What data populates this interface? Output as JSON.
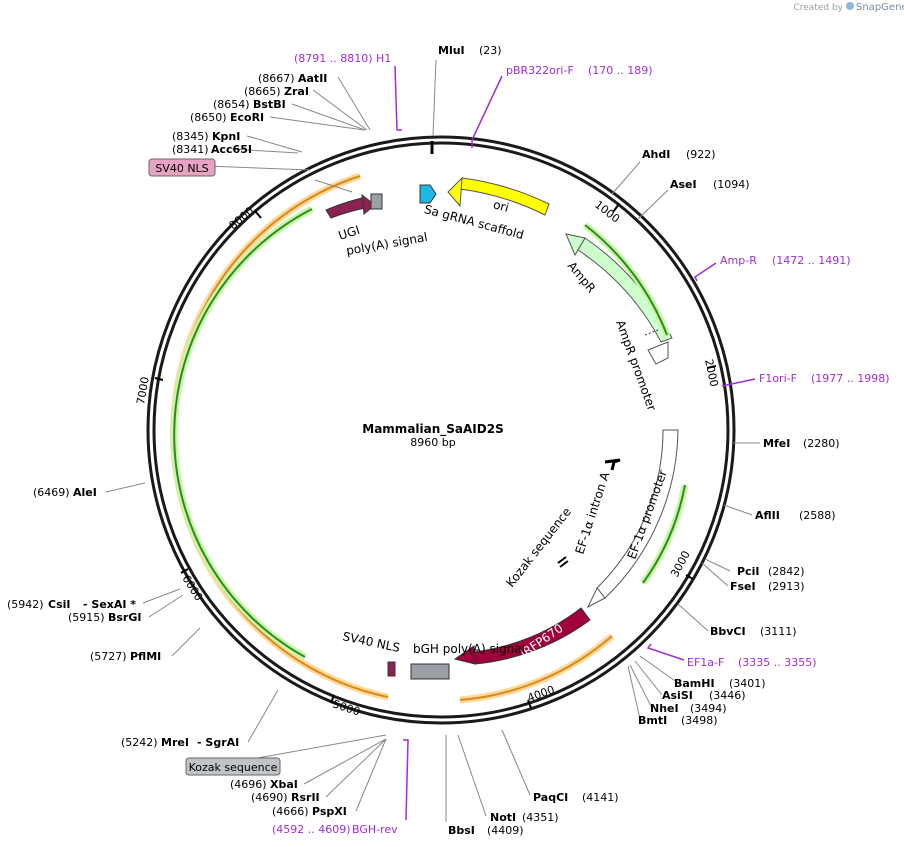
{
  "watermark": {
    "created_by": "Created by",
    "brand": "SnapGene"
  },
  "plasmid": {
    "name": "Mammalian_SaAID2S",
    "size_label": "8960 bp",
    "length": 8960
  },
  "scale_ticks": [
    {
      "pos": 1000,
      "label": "1000"
    },
    {
      "pos": 2000,
      "label": "2000"
    },
    {
      "pos": 3000,
      "label": "3000"
    },
    {
      "pos": 4000,
      "label": "4000"
    },
    {
      "pos": 5000,
      "label": "5000"
    },
    {
      "pos": 6000,
      "label": "6000"
    },
    {
      "pos": 7000,
      "label": "7000"
    },
    {
      "pos": 8000,
      "label": "8000"
    }
  ],
  "enzymes": [
    {
      "name": "MluI",
      "pos_label": "(23)"
    },
    {
      "name": "AhdI",
      "pos_label": "(922)"
    },
    {
      "name": "AseI",
      "pos_label": "(1094)"
    },
    {
      "name": "MfeI",
      "pos_label": "(2280)"
    },
    {
      "name": "AflII",
      "pos_label": "(2588)"
    },
    {
      "name": "PciI",
      "pos_label": "(2842)"
    },
    {
      "name": "FseI",
      "pos_label": "(2913)"
    },
    {
      "name": "BbvCI",
      "pos_label": "(3111)"
    },
    {
      "name": "BamHI",
      "pos_label": "(3401)"
    },
    {
      "name": "AsiSI",
      "pos_label": "(3446)"
    },
    {
      "name": "NheI",
      "pos_label": "(3494)"
    },
    {
      "name": "BmtI",
      "pos_label": "(3498)"
    },
    {
      "name": "PaqCI",
      "pos_label": "(4141)"
    },
    {
      "name": "NotI",
      "pos_label": "(4351)"
    },
    {
      "name": "BbsI",
      "pos_label": "(4409)"
    },
    {
      "name": "PspXI",
      "pos_label": "(4666)"
    },
    {
      "name": "RsrII",
      "pos_label": "(4690)"
    },
    {
      "name": "XbaI",
      "pos_label": "(4696)"
    },
    {
      "name": "MreI",
      "pos_label": "(5242)",
      "extra": "- SgrAI"
    },
    {
      "name": "PflMI",
      "pos_label": "(5727)"
    },
    {
      "name": "BsrGI",
      "pos_label": "(5915)"
    },
    {
      "name": "CsiI",
      "pos_label": "(5942)",
      "extra": "- SexAI *"
    },
    {
      "name": "AleI",
      "pos_label": "(6469)"
    },
    {
      "name": "Acc65I",
      "pos_label": "(8341)"
    },
    {
      "name": "KpnI",
      "pos_label": "(8345)"
    },
    {
      "name": "EcoRI",
      "pos_label": "(8650)"
    },
    {
      "name": "BstBI",
      "pos_label": "(8654)"
    },
    {
      "name": "ZraI",
      "pos_label": "(8665)"
    },
    {
      "name": "AatII",
      "pos_label": "(8667)"
    }
  ],
  "primers": [
    {
      "name": "pBR322ori-F",
      "range": "(170 .. 189)"
    },
    {
      "name": "Amp-R",
      "range": "(1472 .. 1491)"
    },
    {
      "name": "F1ori-F",
      "range": "(1977 .. 1998)"
    },
    {
      "name": "EF1a-F",
      "range": "(3335 .. 3355)"
    },
    {
      "name": "BGH-rev",
      "range": "(4592 .. 4609)"
    },
    {
      "name": "H1",
      "range": "(8791 .. 8810)"
    }
  ],
  "features": {
    "ori": "ori",
    "sa_grna": "Sa gRNA scaffold",
    "ampr": "AmpR",
    "ampr_promoter": "AmpR promoter",
    "ef1a_promoter": "EF-1α promoter",
    "ef1a_intron": "EF-1α intron A",
    "kozak": "Kozak sequence",
    "irfp670": "iRFP670",
    "bgh_polya": "bGH poly(A) signal",
    "sv40_nls": "SV40 NLS",
    "ugi": "UGI",
    "polya": "poly(A) signal"
  },
  "boxed_labels": {
    "sv40_nls_box": "SV40 NLS",
    "kozak_box": "Kozak sequence"
  },
  "colors": {
    "backbone": "#1a1a1a",
    "ori": "#ffff00",
    "ampr": "#ccffcc",
    "promoter": "#ffffff",
    "irfp670": "#a0003c",
    "sa_grna": "#1cb8e6",
    "ugi": "#8b2252",
    "polya": "#9aa0a6",
    "orf_green": "#2e8b20",
    "orf_orange": "#d88a1a",
    "primer": "#a02cd8",
    "sv40_box": "#e8a3c3",
    "kozak_box": "#c0c4c8"
  }
}
